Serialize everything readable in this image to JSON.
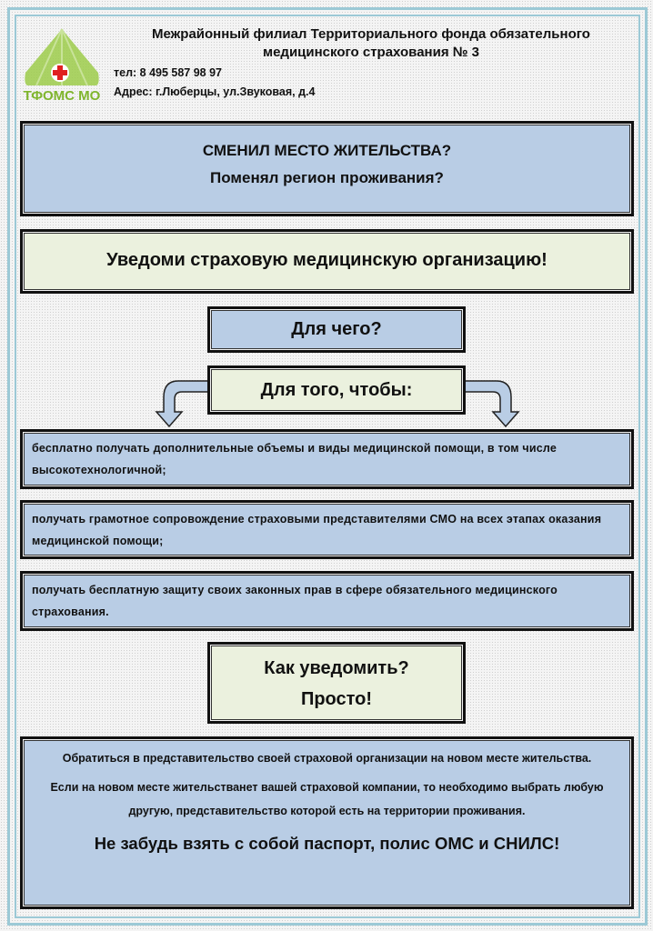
{
  "header": {
    "logo_text": "ТФОМС МО",
    "org_name": "Межрайонный филиал Территориального фонда обязательного медицинского страхования № 3",
    "phone": "тел: 8 495 587 98 97",
    "address": "Адрес: г.Люберцы, ул.Звуковая, д.4"
  },
  "question": {
    "line1": "СМЕНИЛ МЕСТО ЖИТЕЛЬСТВА?",
    "line2": "Поменял регион проживания?"
  },
  "notify": "Уведоми страховую медицинскую организацию!",
  "why": "Для чего?",
  "so_that": "Для того, чтобы:",
  "reasons": [
    "бесплатно получать дополнительные объемы и виды медицинской помощи, в том числе высокотехнологичной;",
    "получать грамотное сопровождение страховыми представителями СМО на всех этапах оказания медицинской помощи;",
    "получать бесплатную защиту своих законных прав в сфере обязательного медицинского страхования."
  ],
  "how": {
    "line1": "Как уведомить?",
    "line2": "Просто!"
  },
  "instructions": {
    "p1": "Обратиться в представительство своей страховой организации на новом месте жительства.",
    "p2": "Если на новом месте жительстванет вашей страховой компании, то необходимо выбрать любую другую, представительство которой есть на территории проживания.",
    "reminder": "Не забудь взять с собой паспорт, полис ОМС и СНИЛС!"
  },
  "colors": {
    "blue_box": "#b9cde5",
    "green_box": "#ebf1de",
    "frame": "#9cc9d6",
    "logo_green": "#8fbf3a",
    "cross_red": "#e02020"
  }
}
